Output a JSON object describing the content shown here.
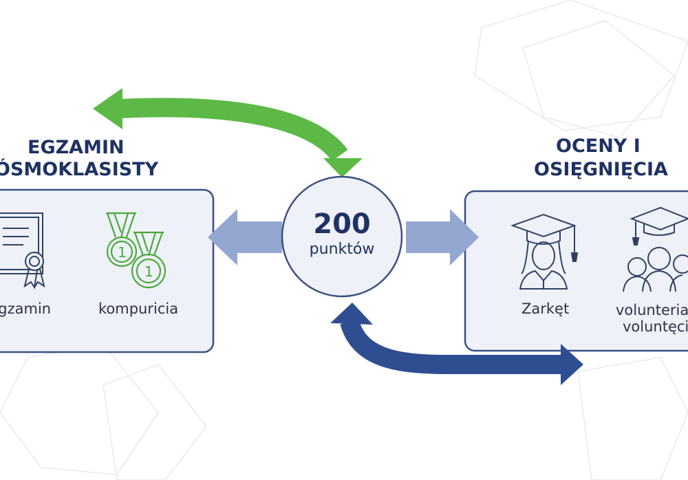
{
  "left": {
    "heading_line1": "EGZAMIN",
    "heading_line2": "ÓSMOKLASISTY",
    "items": [
      {
        "label": "Egzamin",
        "icon": "certificate-icon"
      },
      {
        "label": "kompuricia",
        "icon": "medals-icon"
      }
    ]
  },
  "center": {
    "value": "200",
    "unit": "punktów"
  },
  "right": {
    "heading_line1": "OCENY I",
    "heading_line2": "OSIĘGNIĘCIA",
    "items": [
      {
        "label": "Zarkęt",
        "icon": "graduate-student-icon"
      },
      {
        "label_line1": "volunteriat",
        "label_line2": "voluntęcia",
        "icon": "group-graduation-icon"
      }
    ]
  },
  "colors": {
    "green_arrow": "#5cb946",
    "navy_arrow": "#2f4d91",
    "light_arrow": "#93a7d0",
    "panel_fill": "#eef1f7",
    "panel_border": "#3a4f83",
    "heading": "#1e3263",
    "medal_green": "#4aa83a"
  }
}
